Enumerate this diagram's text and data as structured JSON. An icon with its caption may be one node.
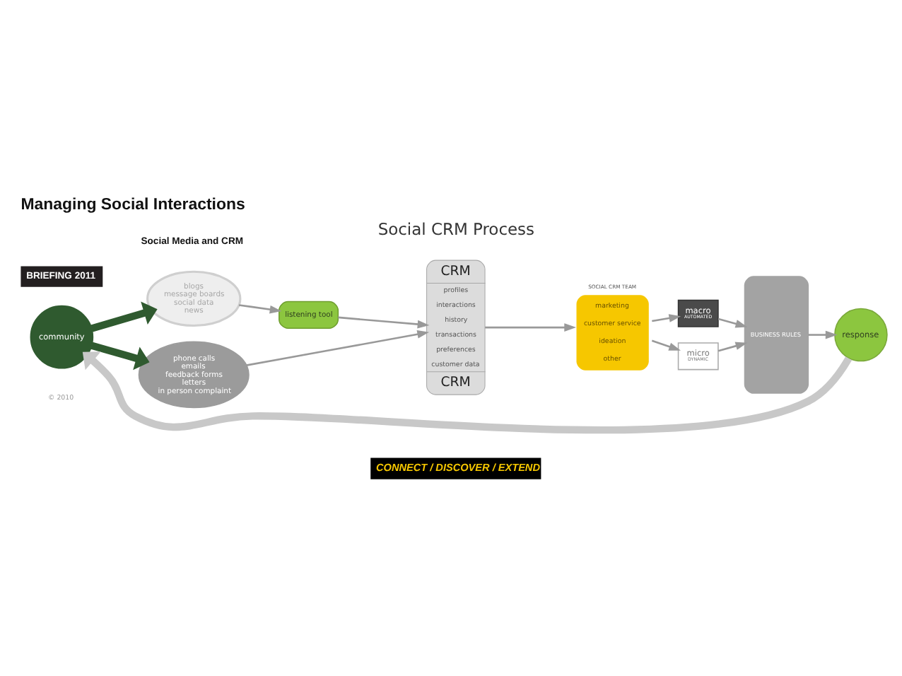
{
  "diagram": {
    "title": "Managing Social Interactions",
    "nodes": [
      {
        "text": [
          "community"
        ]
      },
      {
        "text": [
          "blogs",
          "message boards",
          "social data",
          "news"
        ]
      },
      {
        "text": [
          "phone calls",
          "emails",
          "feedback forms",
          "letters",
          "in person complaint"
        ]
      },
      {
        "text": [
          "listening tool"
        ]
      },
      {
        "text": [
          "CRM",
          "profiles",
          "interactions",
          "history",
          "transactions",
          "preferences",
          "customer data",
          "CRM"
        ]
      },
      {
        "text": [
          "SOCIAL CRM TEAM",
          "marketing",
          "customer service",
          "ideation",
          "other"
        ]
      },
      {
        "text": [
          "macro",
          "AUTOMATED"
        ]
      },
      {
        "text": [
          "micro",
          "DYNAMIC"
        ]
      },
      {
        "text": [
          "BUSINESS RULES"
        ]
      },
      {
        "text": [
          "response"
        ]
      }
    ],
    "edges": [
      {
        "from": 0,
        "to": 1,
        "arrow": "to",
        "style": "thick",
        "color": "#2f5a2f"
      },
      {
        "from": 0,
        "to": 2,
        "arrow": "to",
        "style": "thick",
        "color": "#2f5a2f"
      },
      {
        "from": 1,
        "to": 3,
        "arrow": "to"
      },
      {
        "from": 3,
        "to": 4,
        "arrow": "to"
      },
      {
        "from": 2,
        "to": 4,
        "arrow": "to"
      },
      {
        "from": 4,
        "to": 5,
        "arrow": "to"
      },
      {
        "from": 5,
        "to": 6,
        "arrow": "to"
      },
      {
        "from": 5,
        "to": 7,
        "arrow": "to"
      },
      {
        "from": 6,
        "to": 8,
        "arrow": "to"
      },
      {
        "from": 7,
        "to": 8,
        "arrow": "to"
      },
      {
        "from": 8,
        "to": 9,
        "arrow": "to"
      },
      {
        "from": 9,
        "to": 0,
        "arrow": "to",
        "style": "thick",
        "color": "#c8c8c8"
      }
    ],
    "labels": [
      "BRIEFING 2011",
      "Social Media and CRM",
      "Social CRM Process",
      "© 2010",
      "CONNECT / DISCOVER / EXTEND"
    ]
  }
}
